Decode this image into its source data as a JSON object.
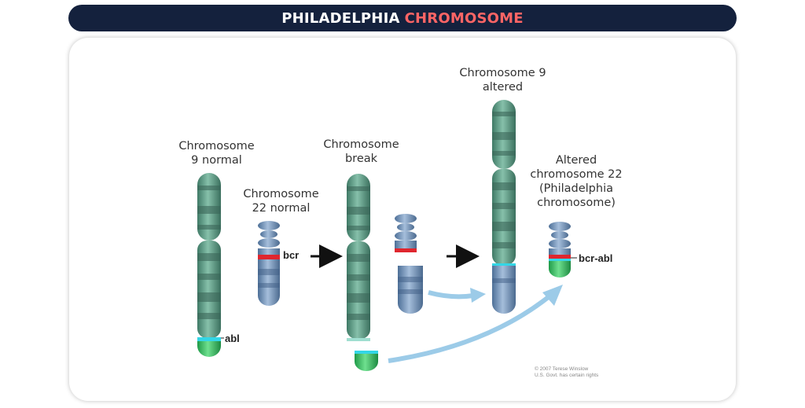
{
  "title": {
    "part1": "PHILADELPHIA",
    "part2": "CHROMOSOME"
  },
  "labels": {
    "chr9_normal": "Chromosome\n9 normal",
    "chr22_normal": "Chromosome\n22 normal",
    "chr_break": "Chromosome\nbreak",
    "chr9_altered": "Chromosome 9\naltered",
    "chr22_altered": "Altered\nchromosome 22\n(Philadelphia\nchromosome)"
  },
  "genes": {
    "abl": "abl",
    "bcr": "bcr",
    "bcr_abl": "bcr-abl"
  },
  "credit": {
    "line1": "© 2007 Terese Winslow",
    "line2": "U.S. Govt. has certain rights"
  },
  "colors": {
    "title_bg": "#14213d",
    "title_accent": "#ff6565",
    "chr9": "#5a9a83",
    "chr22": "#6f8fb5",
    "abl_segment": "#34b560",
    "bcr_band": "#e0262e",
    "junction": "#33d6e6",
    "arrow_blue": "#9ccbe8"
  }
}
